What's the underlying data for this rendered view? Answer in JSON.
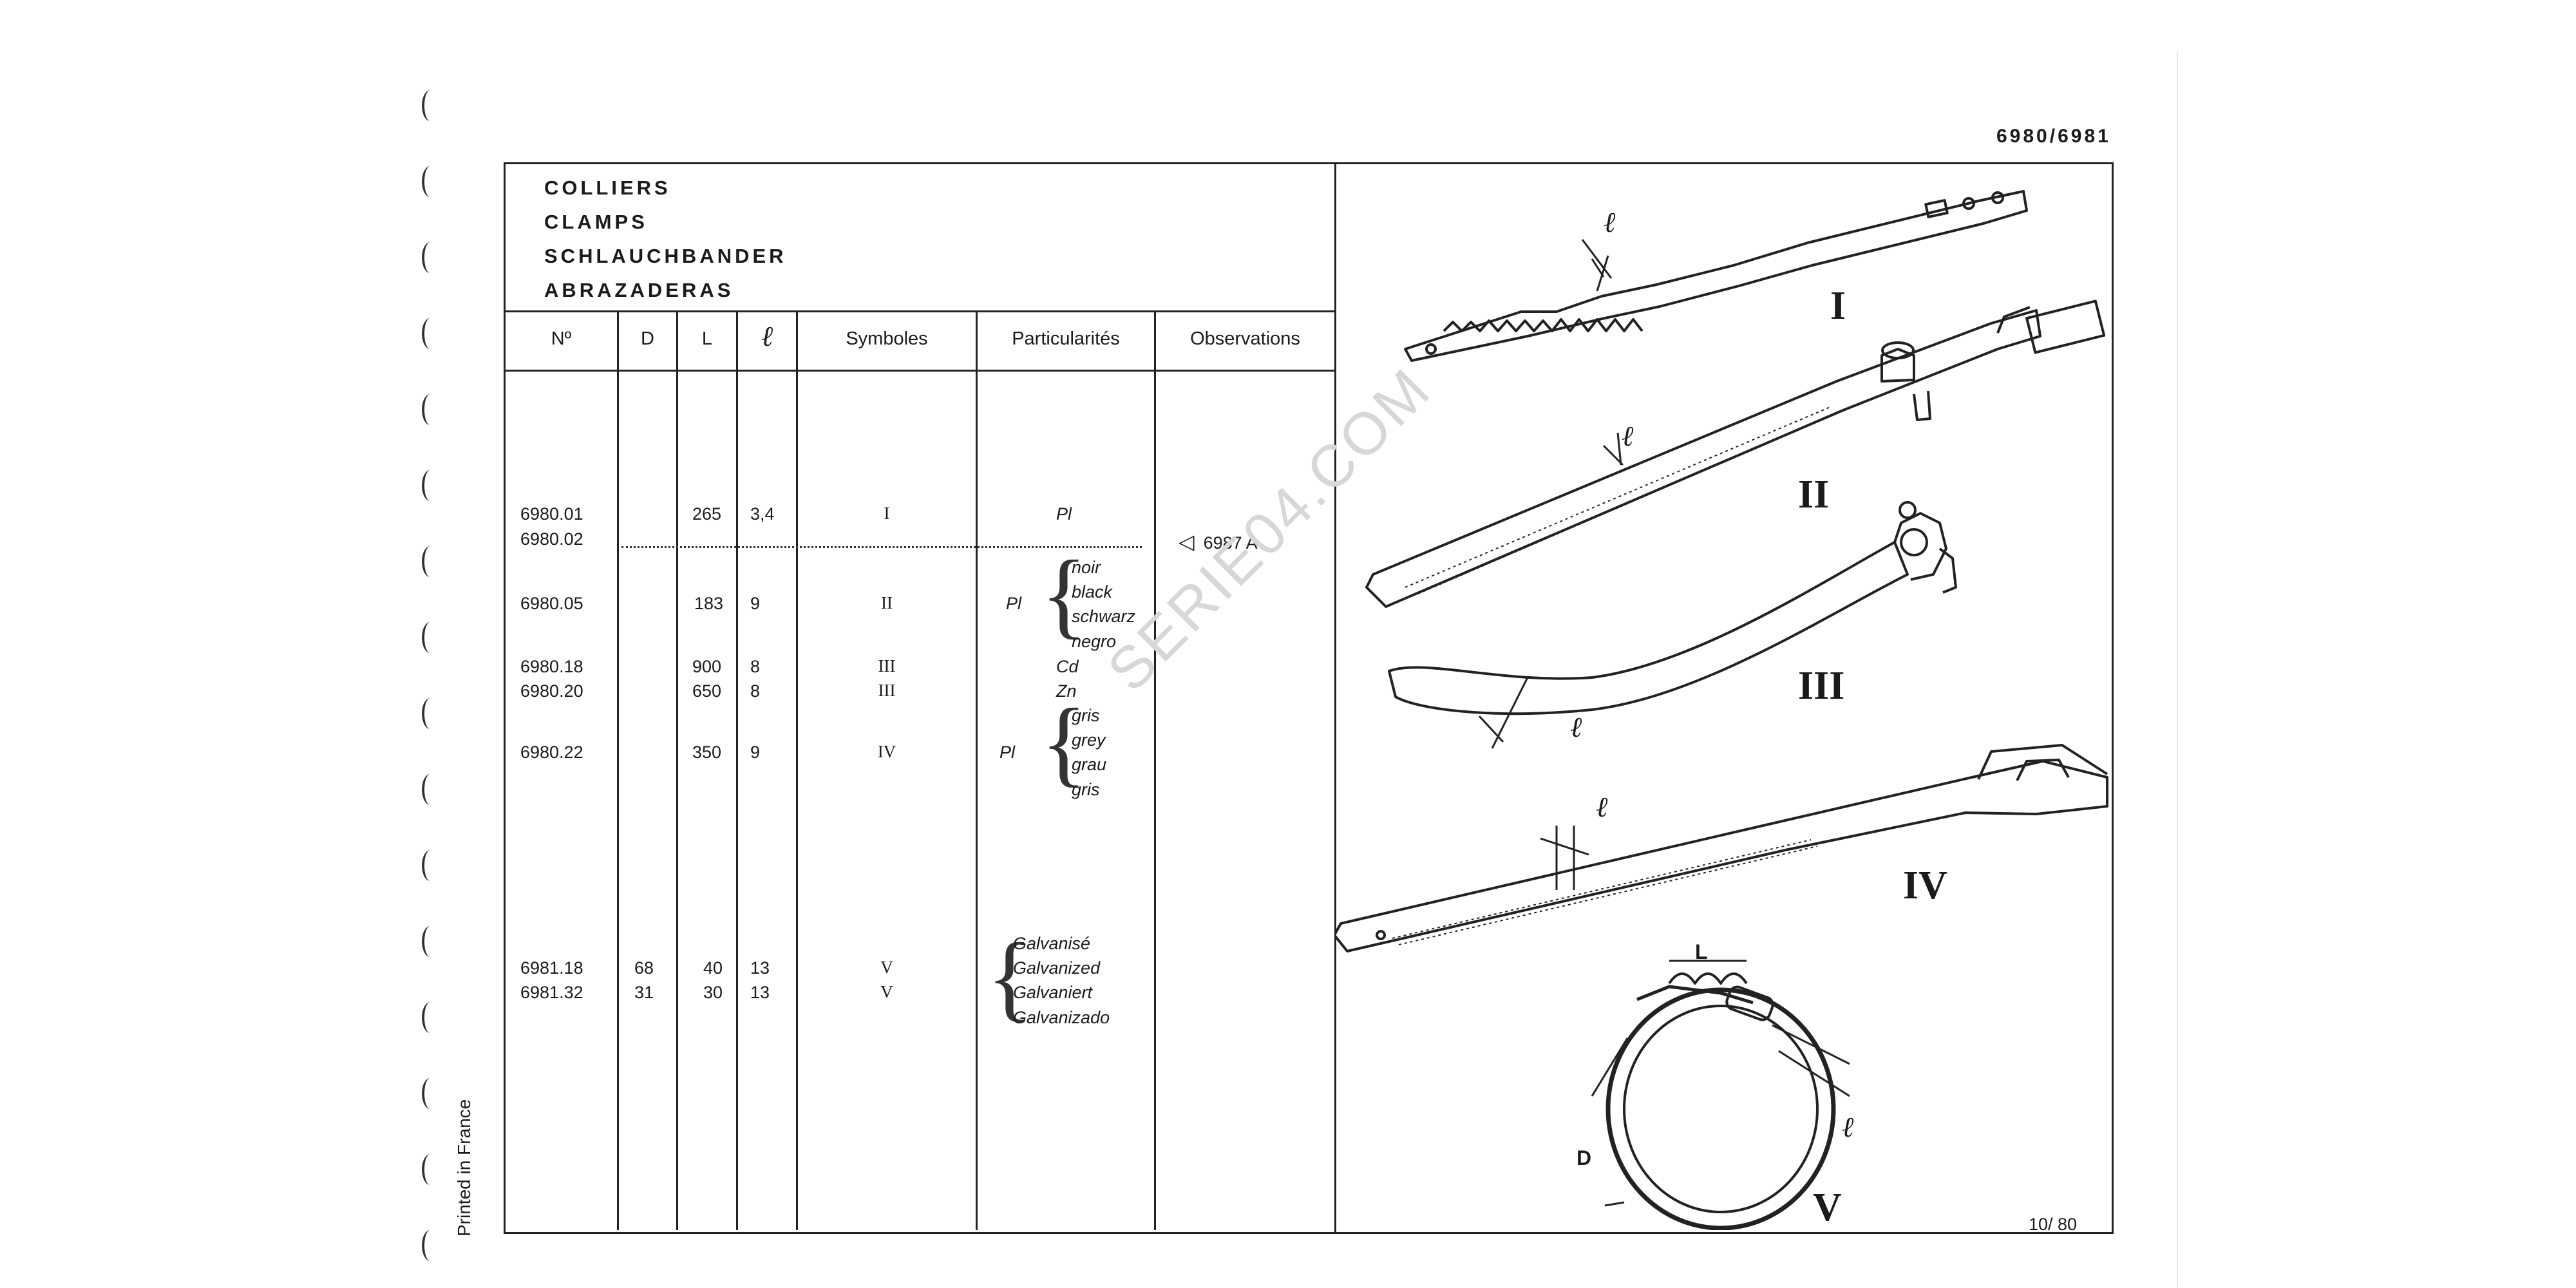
{
  "header": {
    "page_code": "6980/6981"
  },
  "title": [
    "COLLIERS",
    "CLAMPS",
    "SCHLAUCHBANDER",
    "ABRAZADERAS"
  ],
  "columns": [
    "Nº",
    "D",
    "L",
    "ℓ",
    "Symboles",
    "Particularités",
    "Observations"
  ],
  "rows": [
    {
      "no": "6980.01",
      "d": "",
      "l": "265",
      "ell": "3,4",
      "sym": "I"
    },
    {
      "no": "6980.02",
      "d": "",
      "l": "",
      "ell": "",
      "sym": ""
    },
    {
      "no": "6980.05",
      "d": "",
      "l": "183",
      "ell": "9",
      "sym": "II"
    },
    {
      "no": "6980.18",
      "d": "",
      "l": "900",
      "ell": "8",
      "sym": "III"
    },
    {
      "no": "6980.20",
      "d": "",
      "l": "650",
      "ell": "8",
      "sym": "III"
    },
    {
      "no": "6980.22",
      "d": "",
      "l": "350",
      "ell": "9",
      "sym": "IV"
    },
    {
      "no": "6981.18",
      "d": "68",
      "l": "40",
      "ell": "13",
      "sym": "V"
    },
    {
      "no": "6981.32",
      "d": "31",
      "l": "30",
      "ell": "13",
      "sym": "V"
    }
  ],
  "particularities": {
    "pi_1": "Pl",
    "pi_2": "Pl",
    "colors_black": [
      "noir",
      "black",
      "schwarz",
      "negro"
    ],
    "cd": "Cd",
    "zn": "Zn",
    "pi_3": "Pl",
    "colors_grey": [
      "gris",
      "grey",
      "grau",
      "gris"
    ],
    "galvanized": [
      "Galvanisé",
      "Galvanized",
      "Galvaniert",
      "Galvanizado"
    ]
  },
  "observation": "6987 A",
  "figures": {
    "labels": [
      "I",
      "II",
      "III",
      "IV",
      "V"
    ],
    "ell": "ℓ",
    "L": "L",
    "D": "D"
  },
  "footer": {
    "printed": "Printed in France",
    "page_num": "10/ 80"
  },
  "watermark": "SERIE04.COM"
}
